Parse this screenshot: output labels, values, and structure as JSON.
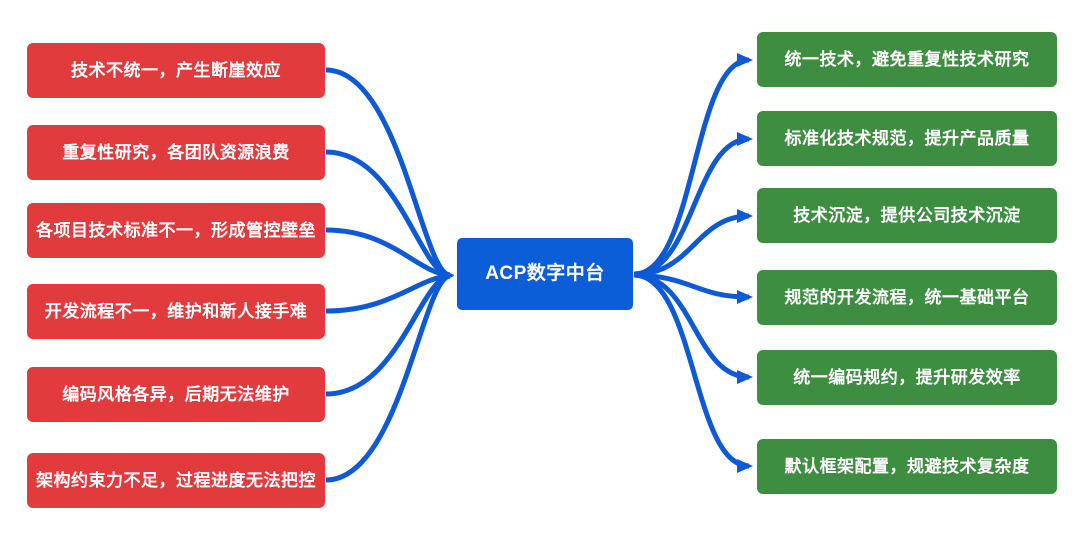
{
  "diagram": {
    "center": {
      "label": "ACP数字中台"
    },
    "problems": [
      "技术不统一，产生断崖效应",
      "重复性研究，各团队资源浪费",
      "各项目技术标准不一，形成管控壁垒",
      "开发流程不一，维护和新人接手难",
      "编码风格各异，后期无法维护",
      "架构约束力不足，过程进度无法把控"
    ],
    "benefits": [
      "统一技术，避免重复性技术研究",
      "标准化技术规范，提升产品质量",
      "技术沉淀，提供公司技术沉淀",
      "规范的开发流程，统一基础平台",
      "统一编码规约，提升研发效率",
      "默认框架配置，规避技术复杂度"
    ],
    "colors": {
      "problem": "#e13b3d",
      "benefit": "#3e8e41",
      "center": "#0b5ed8",
      "arrow": "#0d59d6",
      "text": "#ffffff",
      "background": "#ffffff"
    }
  }
}
